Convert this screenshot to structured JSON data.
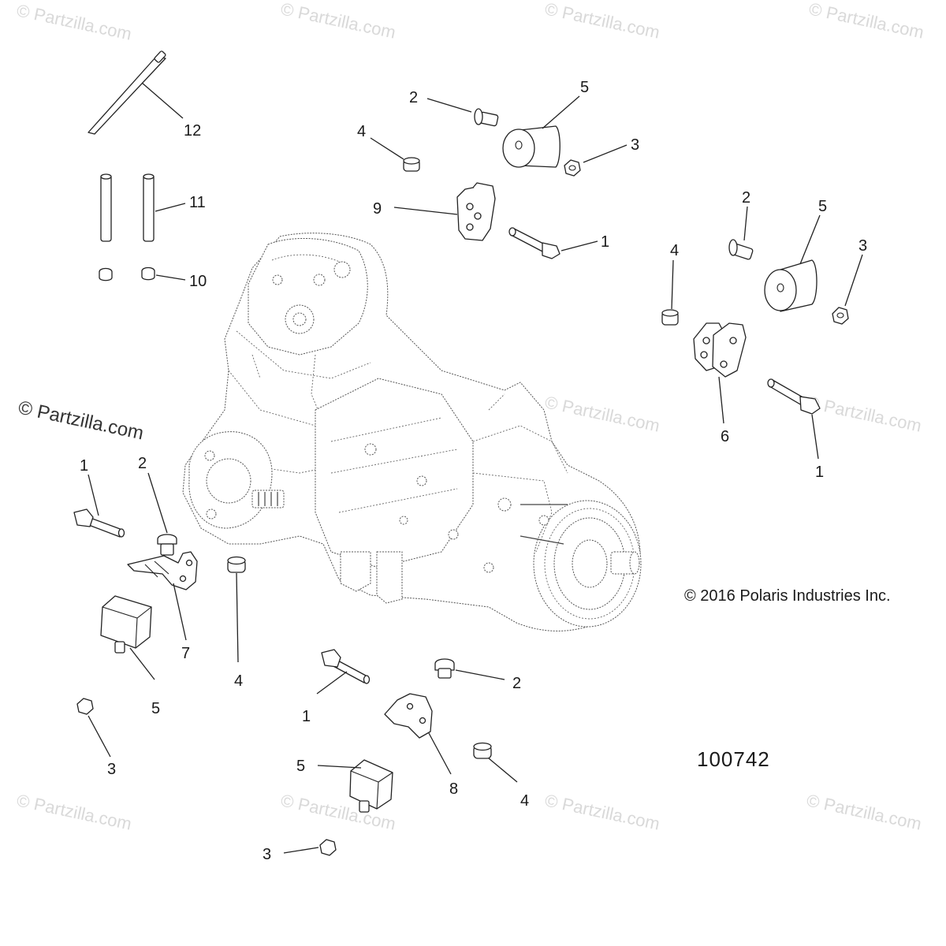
{
  "watermarks": {
    "small": "© Partzilla.com",
    "large": "© Partzilla.com"
  },
  "copyright": "© 2016 Polaris Industries Inc.",
  "figure_number": "100742",
  "callouts": {
    "c12": "12",
    "c11": "11",
    "c10": "10",
    "c9": "9",
    "c2a": "2",
    "c5a": "5",
    "c4a": "4",
    "c3a": "3",
    "c1a": "1",
    "c2b": "2",
    "c5b": "5",
    "c4b": "4",
    "c3b": "3",
    "c6": "6",
    "c1b": "1",
    "c1c": "1",
    "c2c": "2",
    "c7": "7",
    "c4c": "4",
    "c5c": "5",
    "c3c": "3",
    "c1d": "1",
    "c2d": "2",
    "c8": "8",
    "c4d": "4",
    "c5d": "5",
    "c3d": "3"
  }
}
